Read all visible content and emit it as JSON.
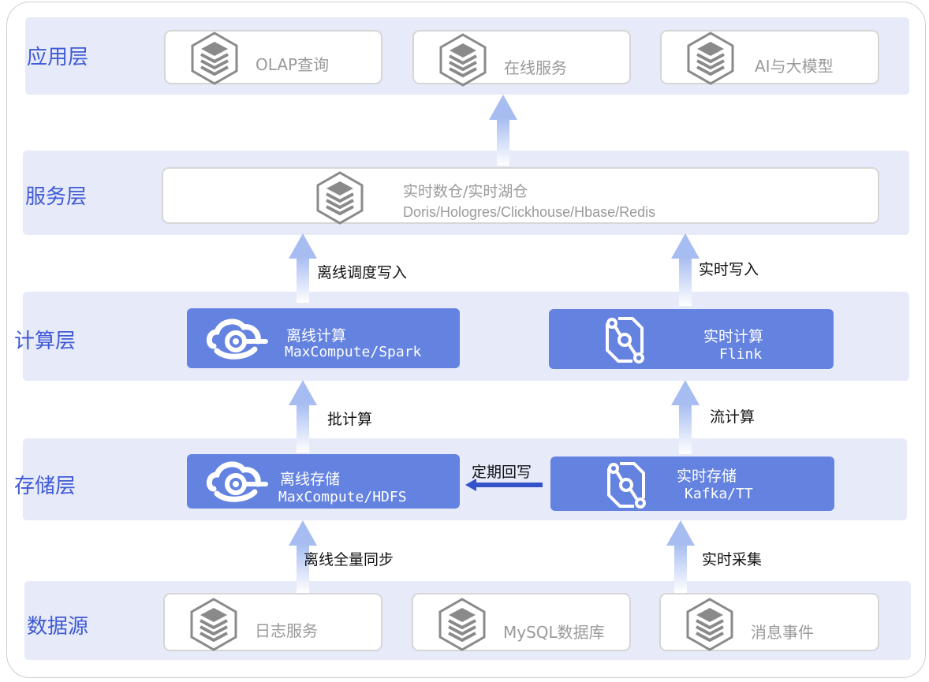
{
  "layers": {
    "app": "应用层",
    "service": "服务层",
    "compute": "计算层",
    "storage": "存储层",
    "source": "数据源"
  },
  "app_cards": {
    "olap": "OLAP查询",
    "online": "在线服务",
    "ai": "AI与大模型"
  },
  "service_card": {
    "title": "实时数仓/实时湖仓",
    "subtitle": "Doris/Hologres/Clickhouse/Hbase/Redis"
  },
  "compute": {
    "offline_title": "离线计算",
    "offline_sub": "MaxCompute/Spark",
    "realtime_title": "实时计算",
    "realtime_sub": "Flink"
  },
  "storage": {
    "offline_title": "离线存储",
    "offline_sub": "MaxCompute/HDFS",
    "realtime_title": "实时存储",
    "realtime_sub": "Kafka/TT"
  },
  "sources": {
    "log": "日志服务",
    "mysql": "MySQL数据库",
    "msg": "消息事件"
  },
  "flows": {
    "offline_write": "离线调度写入",
    "realtime_write": "实时写入",
    "batch": "批计算",
    "stream": "流计算",
    "writeback": "定期回写",
    "full_sync": "离线全量同步",
    "realtime_collect": "实时采集"
  },
  "colors": {
    "band": "#e7eaf9",
    "accent": "#3f5ad6",
    "component": "#6482e0",
    "arrow": "#a7bdf1"
  },
  "icons": {
    "gray_card": "layers-stack-icon",
    "offline": "cloud-eye-icon",
    "realtime": "stream-nodes-icon"
  }
}
